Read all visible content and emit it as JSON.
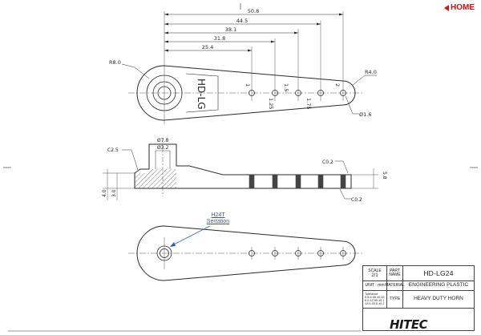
{
  "nav": {
    "home_label": "HOME"
  },
  "top_view": {
    "dims": [
      "50.8",
      "44.5",
      "38.1",
      "31.8",
      "25.4"
    ],
    "radius_left": "R8.0",
    "radius_right": "R4.0",
    "hole_dia": "Ø1.6",
    "hole_marks": [
      "1",
      "1.25",
      "1.5",
      "1.75",
      "2"
    ],
    "engraving": "HD-LG"
  },
  "side_view": {
    "dia_outer": "Ø7.8",
    "dia_inner": "Ø3.2",
    "chamfer_left": "C2.5",
    "chamfer_top": "C0.2",
    "chamfer_bottom": "C0.2",
    "height_right": "5.8",
    "height_left_outer": "4.0",
    "height_left_inner": "3.0"
  },
  "bottom_view": {
    "callout_line1": "H24T",
    "callout_line2": "Serration"
  },
  "title_block": {
    "scale_label": "SCALE",
    "scale_value": "2/1",
    "part_name_label": "PART NAME",
    "part_name_value": "HD-LG24",
    "unit_label": "UNIT : mm",
    "material_label": "MATERIAL",
    "material_value": "ENGINEERING PLASTIC",
    "tolerance_label": "Tolerance",
    "tolerance_lines": [
      "0.5-6.99 ±0.05",
      "6.0-12.99 ±0.1",
      "12.0-30.0 ±0.2"
    ],
    "type_label": "TYPE",
    "type_value": "HEAVY DUTY HORN",
    "logo": "HITEC"
  },
  "colors": {
    "line": "#2b2b2b",
    "accent": "#e01010",
    "callout": "#2a5fb0"
  }
}
